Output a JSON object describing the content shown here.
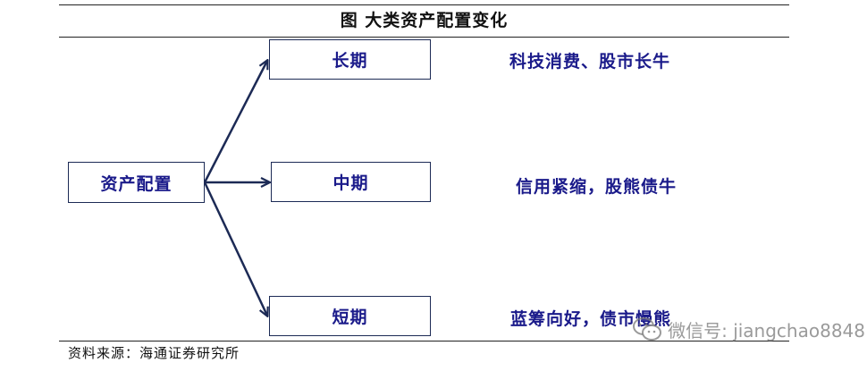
{
  "header": {
    "title": "图 大类资产配置变化"
  },
  "diagram": {
    "root": {
      "label": "资产配置"
    },
    "branches": [
      {
        "label": "长期",
        "description": "科技消费、股市长牛"
      },
      {
        "label": "中期",
        "description": "信用紧缩，股熊债牛"
      },
      {
        "label": "短期",
        "description": "蓝筹向好，债市慢熊"
      }
    ]
  },
  "footer": {
    "source": "资料来源：海通证券研究所"
  },
  "watermark": {
    "text": "微信号: jiangchao8848",
    "icon": "wechat-icon"
  },
  "colors": {
    "node_text": "#1a1a8a",
    "node_border": "#1c2a55",
    "arrow": "#1c2a55"
  }
}
